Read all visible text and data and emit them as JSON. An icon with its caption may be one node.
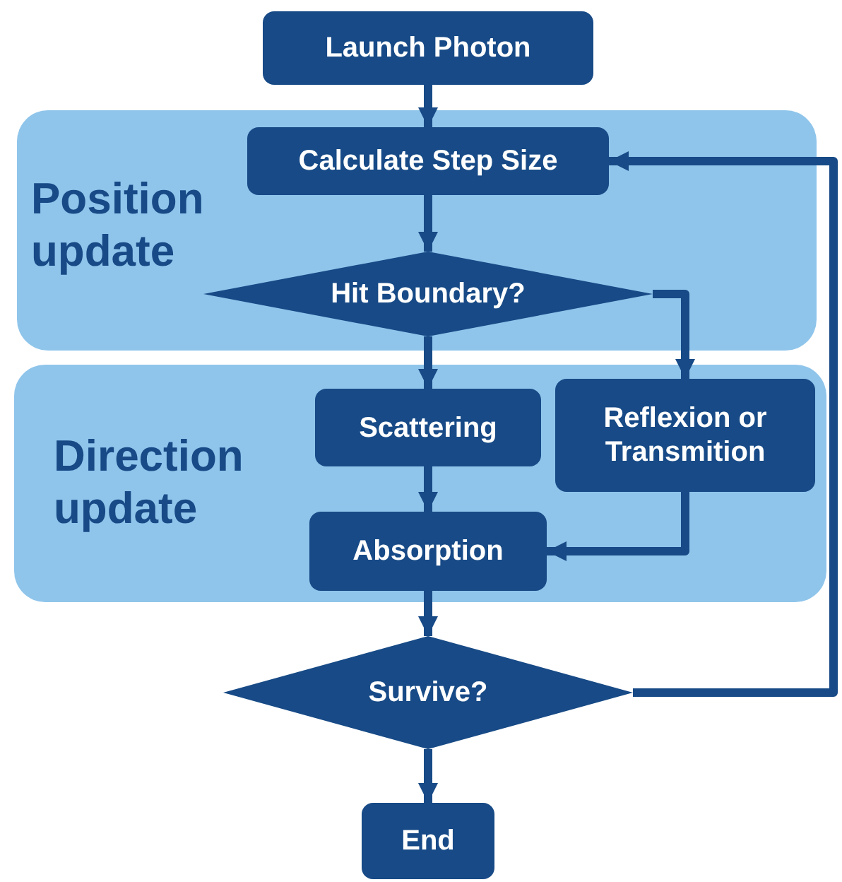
{
  "diagram": {
    "nodes": [
      {
        "text": [
          "Launch Photon"
        ]
      },
      {
        "text": [
          "Position update"
        ]
      },
      {
        "text": [
          "Calculate Step Size"
        ],
        "in": 1
      },
      {
        "text": [
          "Hit Boundary?"
        ],
        "in": 1
      },
      {
        "text": [
          "Direction update"
        ]
      },
      {
        "text": [
          "Scattering"
        ],
        "in": 4
      },
      {
        "text": [
          "Reflexion or Transmition"
        ],
        "in": 4
      },
      {
        "text": [
          "Absorption"
        ],
        "in": 4
      },
      {
        "text": [
          "Survive?"
        ]
      },
      {
        "text": [
          "End"
        ]
      }
    ],
    "edges": [
      {
        "from": 0,
        "to": 2,
        "arrow": "to"
      },
      {
        "from": 2,
        "to": 3,
        "arrow": "to"
      },
      {
        "from": 3,
        "to": 5,
        "arrow": "to"
      },
      {
        "from": 3,
        "to": 6,
        "arrow": "to"
      },
      {
        "from": 5,
        "to": 7,
        "arrow": "to"
      },
      {
        "from": 6,
        "to": 7,
        "arrow": "to"
      },
      {
        "from": 7,
        "to": 8,
        "arrow": "to"
      },
      {
        "from": 8,
        "to": 9,
        "arrow": "to"
      },
      {
        "from": 8,
        "to": 2,
        "arrow": "to"
      }
    ]
  }
}
